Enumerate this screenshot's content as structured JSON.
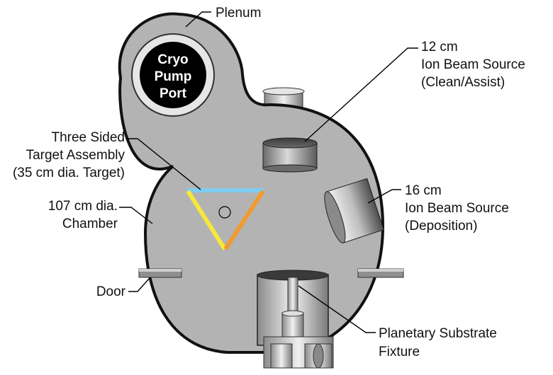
{
  "labels": {
    "plenum": "Plenum",
    "cryo_port": [
      "Cryo",
      "Pump",
      "Port"
    ],
    "ion_source_12": [
      "12 cm",
      "Ion Beam Source",
      "(Clean/Assist)"
    ],
    "target_assembly": [
      "Three Sided",
      "Target Assembly",
      "(35 cm dia. Target)"
    ],
    "chamber": [
      "107 cm dia.",
      "Chamber"
    ],
    "ion_source_16": [
      "16 cm",
      "Ion Beam Source",
      "(Deposition)"
    ],
    "door": "Door",
    "planetary": [
      "Planetary Substrate",
      "Fixture"
    ]
  },
  "colors": {
    "chamber_fill": "#b3b3b3",
    "chamber_outline": "#111111",
    "target_top": "#7fcdf0",
    "target_left": "#f7e83a",
    "target_right": "#f29a2e"
  }
}
